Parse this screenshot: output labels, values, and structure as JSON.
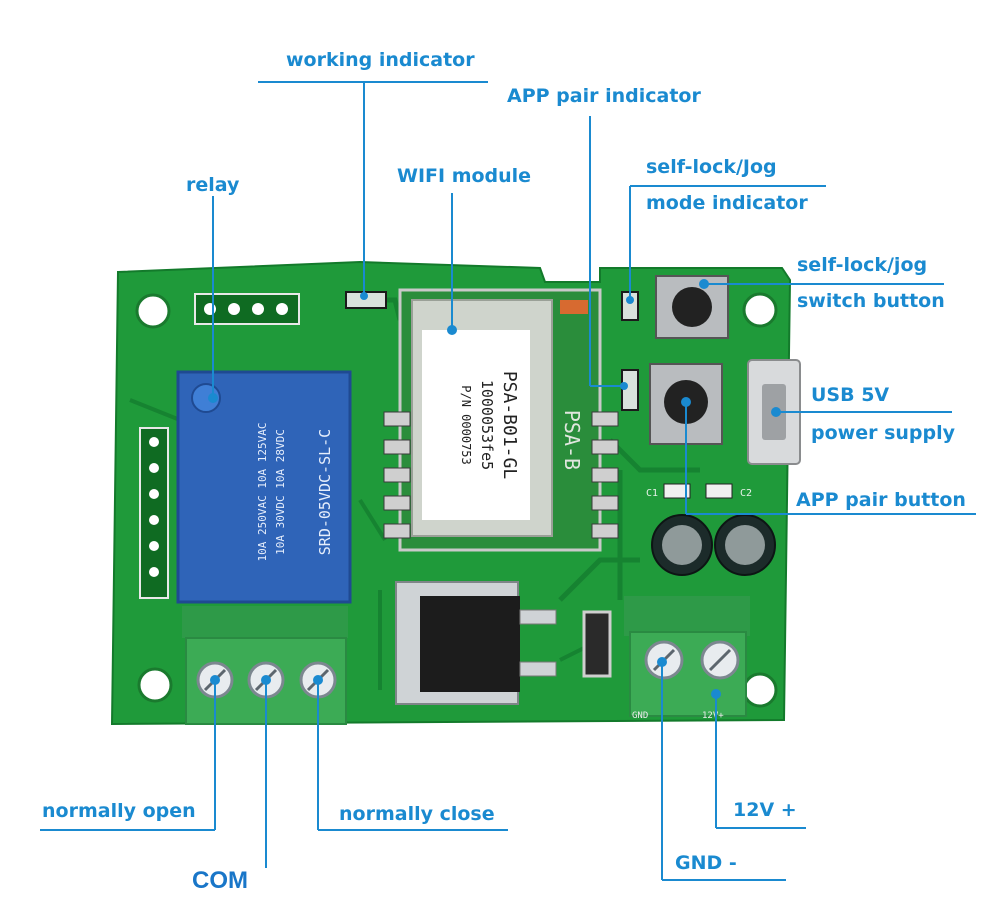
{
  "labels": {
    "working_indicator": "working indicator",
    "app_pair_indicator": "APP pair indicator",
    "relay": "relay",
    "wifi_module": "WIFI module",
    "selflock_mode_line1": "self-lock/Jog",
    "selflock_mode_line2": "mode indicator",
    "selflock_switch_line1": "self-lock/jog",
    "selflock_switch_line2": "switch button",
    "usb_line1": "USB 5V",
    "usb_line2": "power supply",
    "app_pair_button": "APP pair button",
    "normally_open": "normally open",
    "normally_close": "normally close",
    "com": "COM",
    "v12_plus": "12V +",
    "gnd_minus": "GND -"
  },
  "board_markings": {
    "relay_model": "SRD-05VDC-SL-C",
    "relay_rating_1": "10A 250VAC  10A 125VAC",
    "relay_rating_2": "10A 30VDC   10A 28VDC",
    "wifi_model": "PSA-B01-GL",
    "wifi_id": "1000053fe5",
    "wifi_pn": "P/N 0000753",
    "wifi_shield": "PSA-B",
    "cap_c1": "C1",
    "cap_c2": "C2",
    "term_gnd": "GND",
    "term_12v": "12V+"
  },
  "colors": {
    "label_blue": "#1a8ad0",
    "pcb_green": "#1f9a3a",
    "pcb_dark": "#127a2a",
    "relay_blue": "#2f64b8",
    "terminal_green": "#3cab55"
  }
}
